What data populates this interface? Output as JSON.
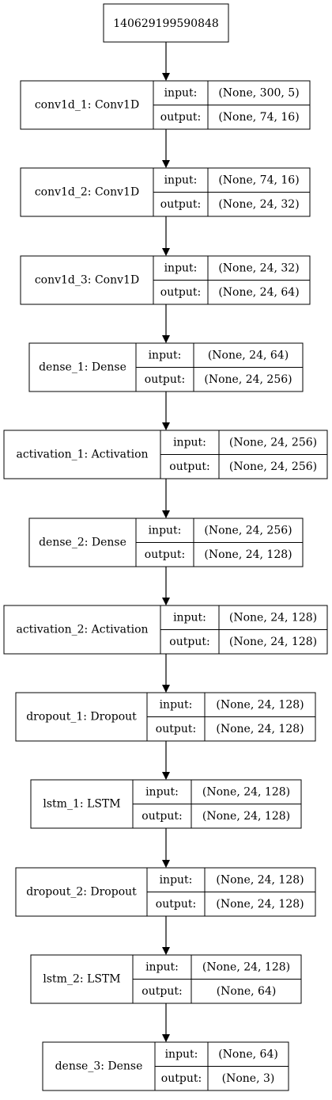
{
  "root_node": {
    "label": "140629199590848"
  },
  "io_labels": {
    "input": "input:",
    "output": "output:"
  },
  "layers": [
    {
      "name": "conv1d_1: Conv1D",
      "input": "(None, 300, 5)",
      "output": "(None, 74, 16)"
    },
    {
      "name": "conv1d_2: Conv1D",
      "input": "(None, 74, 16)",
      "output": "(None, 24, 32)"
    },
    {
      "name": "conv1d_3: Conv1D",
      "input": "(None, 24, 32)",
      "output": "(None, 24, 64)"
    },
    {
      "name": "dense_1: Dense",
      "input": "(None, 24, 64)",
      "output": "(None, 24, 256)"
    },
    {
      "name": "activation_1: Activation",
      "input": "(None, 24, 256)",
      "output": "(None, 24, 256)"
    },
    {
      "name": "dense_2: Dense",
      "input": "(None, 24, 256)",
      "output": "(None, 24, 128)"
    },
    {
      "name": "activation_2: Activation",
      "input": "(None, 24, 128)",
      "output": "(None, 24, 128)"
    },
    {
      "name": "dropout_1: Dropout",
      "input": "(None, 24, 128)",
      "output": "(None, 24, 128)"
    },
    {
      "name": "lstm_1: LSTM",
      "input": "(None, 24, 128)",
      "output": "(None, 24, 128)"
    },
    {
      "name": "dropout_2: Dropout",
      "input": "(None, 24, 128)",
      "output": "(None, 24, 128)"
    },
    {
      "name": "lstm_2: LSTM",
      "input": "(None, 24, 128)",
      "output": "(None, 64)"
    },
    {
      "name": "dense_3: Dense",
      "input": "(None, 64)",
      "output": "(None, 3)"
    }
  ]
}
